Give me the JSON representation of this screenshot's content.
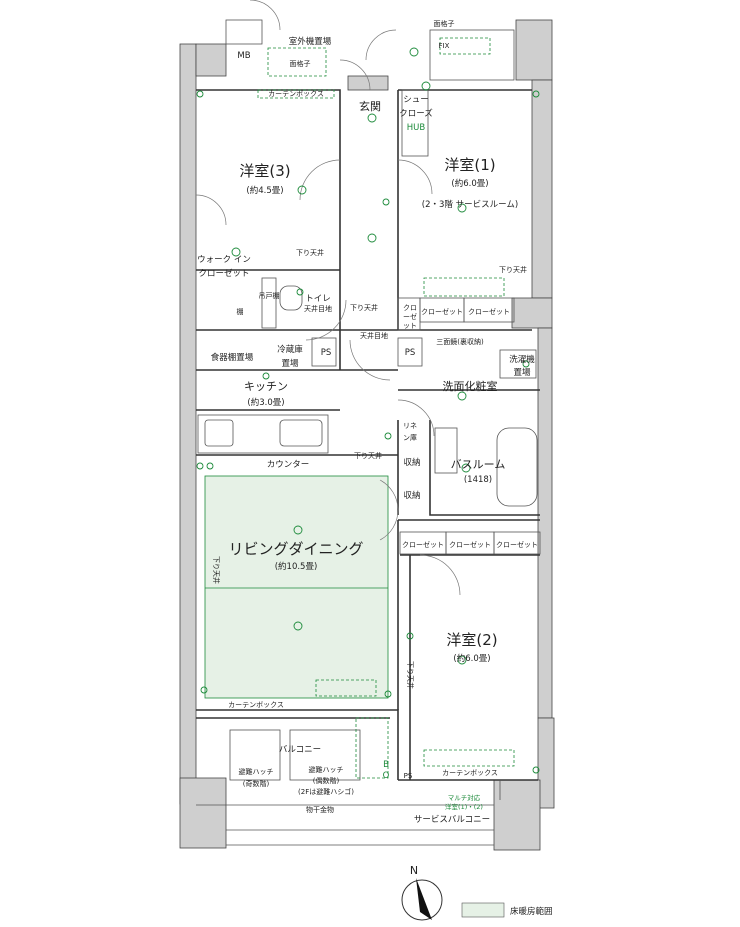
{
  "rooms": {
    "western3": {
      "name": "洋室(3)",
      "size": "(約4.5畳)"
    },
    "western1": {
      "name": "洋室(1)",
      "size": "(約6.0畳)",
      "note": "(2・3階 サービスルーム)"
    },
    "western2": {
      "name": "洋室(2)",
      "size": "(約6.0畳)"
    },
    "entrance": "玄関",
    "shoe_closet": [
      "シュー",
      "クローズ"
    ],
    "hub": "HUB",
    "walkin": [
      "ウォーク イン",
      "クローゼット"
    ],
    "toilet": "トイレ",
    "toilet_note": "天井目地",
    "hanger_shelf": "吊戸棚",
    "shelf": "棚",
    "pantry": "食器棚置場",
    "fridge": [
      "冷蔵庫",
      "置場"
    ],
    "ps": "PS",
    "kitchen": {
      "name": "キッチン",
      "size": "(約3.0畳)"
    },
    "counter": "カウンター",
    "living": {
      "name": "リビングダイニング",
      "size": "(約10.5畳)"
    },
    "washroom": "洗面化粧室",
    "three_mirror": "三面鏡(裏収納)",
    "washer": [
      "洗濯機",
      "置場"
    ],
    "linen": [
      "リネ",
      "ン庫"
    ],
    "storage": "収納",
    "bath": {
      "name": "バスルーム",
      "size": "(1418)"
    },
    "closet": "クローゼット",
    "closet_v": [
      "クロ",
      "ーゼ",
      "ット"
    ],
    "mb": "MB",
    "ac_outdoor": "室外機置場",
    "lattice": "面格子",
    "fix": "FIX",
    "curtain_box": "カーテンボックス",
    "lowered_ceiling": "下り天井",
    "ceiling_joint": "天井目地",
    "balcony": "バルコニー",
    "hatch_odd": [
      "避難ハッチ",
      "(奇数階)"
    ],
    "hatch_even": [
      "避難ハッチ",
      "(偶数階)",
      "(2Fは避難ハシゴ)"
    ],
    "laundry_pole": "物干金物",
    "service_balcony": "サービスバルコニー",
    "multi_ac": [
      "マルチ対応",
      "洋室(1)・(2)"
    ],
    "bo": [
      "B",
      "O"
    ]
  },
  "compass": {
    "label": "N"
  },
  "legend": {
    "label": "床暖房範囲"
  },
  "colors": {
    "floor_heating": "#e6f1e6",
    "wall": "#cfcfcf",
    "accent": "#1c8a3a"
  },
  "icons": [
    "north-arrow-icon",
    "light-fixture-icon",
    "outlet-icon",
    "door-swing-icon"
  ]
}
